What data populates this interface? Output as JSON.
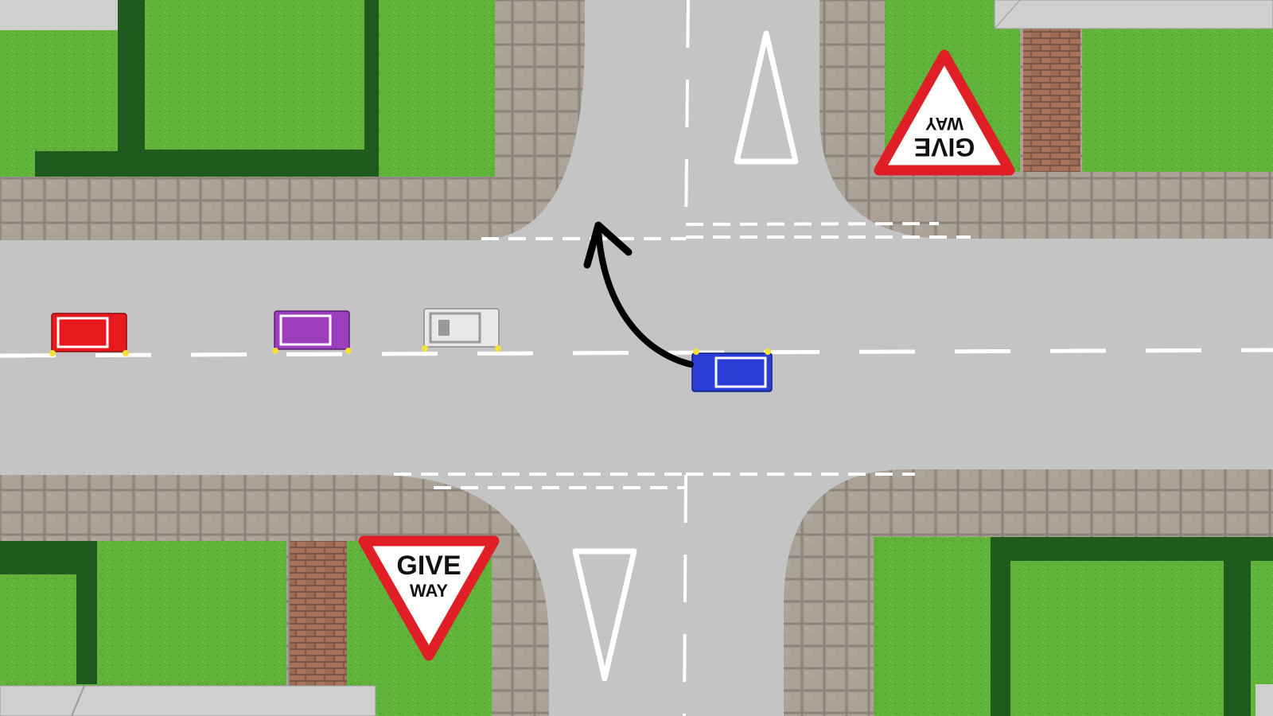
{
  "diagram": {
    "signs": {
      "give_way_top": {
        "line1": "GIVE",
        "line2": "WAY"
      },
      "give_way_bottom": {
        "line1": "GIVE",
        "line2": "WAY"
      }
    },
    "vehicles": [
      {
        "name": "red-car",
        "color": "#e8191c"
      },
      {
        "name": "purple-car",
        "color": "#9b3fbf"
      },
      {
        "name": "white-car",
        "color": "#e8e8e8"
      },
      {
        "name": "blue-car",
        "color": "#2a3ed6"
      }
    ],
    "colors": {
      "road": "#c4c4c4",
      "grass": "#5fb33a",
      "hedge": "#1f5a1f",
      "paving": "#a79d92",
      "brick": "#a7715a",
      "sign_red": "#e01e26",
      "arrow": "#000000"
    },
    "manoeuvre": "right-turn-across-oncoming-traffic"
  }
}
